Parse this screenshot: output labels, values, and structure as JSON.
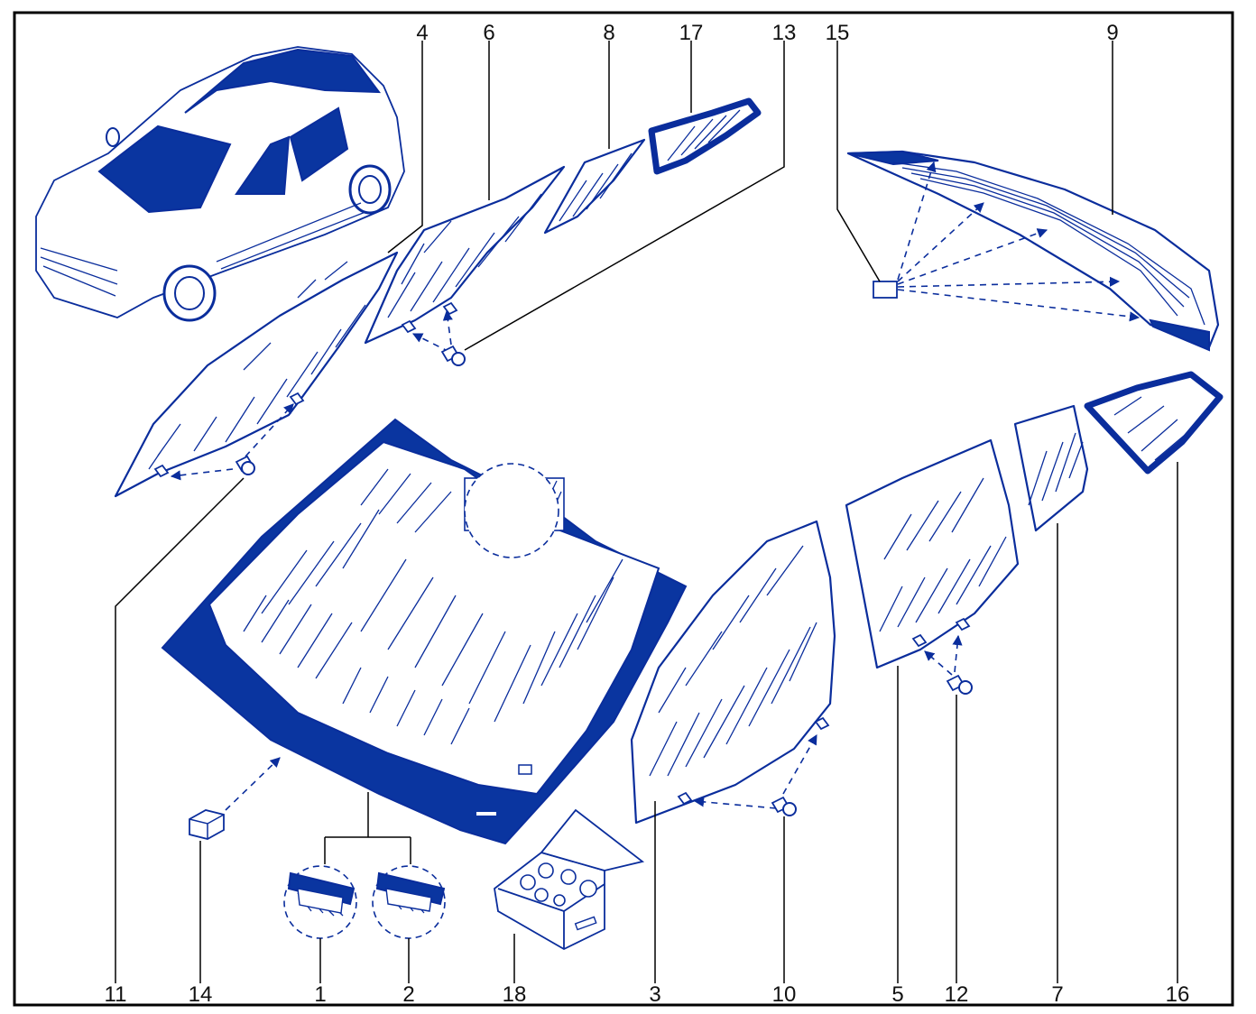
{
  "diagram": {
    "callouts": [
      "1",
      "2",
      "3",
      "4",
      "5",
      "6",
      "7",
      "8",
      "9",
      "10",
      "11",
      "12",
      "13",
      "14",
      "15",
      "16",
      "17",
      "18"
    ]
  },
  "colors": {
    "glass_outline": "#0a2d9c",
    "fill_dark": "#0a35a0",
    "frame": "#000000"
  },
  "parts": {
    "car": "car-overview",
    "windscreen": "windscreen",
    "rear_window": "rear-window",
    "repair_kit": "repair-kit-box"
  }
}
